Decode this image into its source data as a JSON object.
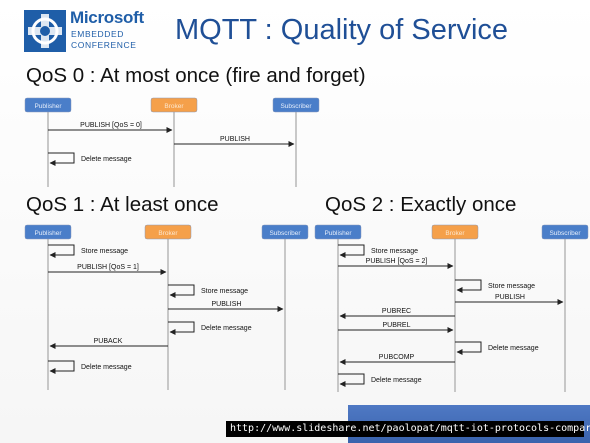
{
  "logo": {
    "line1": "Microsoft",
    "line2": "EMBEDDED",
    "line3": "CONFERENCE"
  },
  "title": "MQTT : Quality of Service",
  "colors": {
    "title": "#1f4f96",
    "client_box": "#4a7ec9",
    "broker_box": "#f5a04a",
    "arrow": "#222222",
    "lifeline": "#bbbbbb",
    "bar": "#3a63ad"
  },
  "qos0": {
    "heading": "QoS 0 : At most once (fire and forget)",
    "actors": [
      "Publisher",
      "Broker",
      "Subscriber"
    ],
    "messages": [
      {
        "label": "PUBLISH [QoS = 0]",
        "from": 0,
        "to": 1,
        "kind": "arrow"
      },
      {
        "label": "PUBLISH",
        "from": 1,
        "to": 2,
        "kind": "arrow"
      },
      {
        "label": "Delete message",
        "from": 0,
        "to": 0,
        "kind": "self"
      }
    ]
  },
  "qos1": {
    "heading": "QoS 1 : At least once",
    "actors": [
      "Publisher",
      "Broker",
      "Subscriber"
    ],
    "messages": [
      {
        "label": "Store message",
        "from": 0,
        "to": 0,
        "kind": "self"
      },
      {
        "label": "PUBLISH [QoS = 1]",
        "from": 0,
        "to": 1,
        "kind": "arrow"
      },
      {
        "label": "Store message",
        "from": 1,
        "to": 1,
        "kind": "self"
      },
      {
        "label": "PUBLISH",
        "from": 1,
        "to": 2,
        "kind": "arrow"
      },
      {
        "label": "Delete message",
        "from": 1,
        "to": 1,
        "kind": "self"
      },
      {
        "label": "PUBACK",
        "from": 1,
        "to": 0,
        "kind": "arrow"
      },
      {
        "label": "Delete message",
        "from": 0,
        "to": 0,
        "kind": "self"
      }
    ]
  },
  "qos2": {
    "heading": "QoS 2 : Exactly once",
    "actors": [
      "Publisher",
      "Broker",
      "Subscriber"
    ],
    "messages": [
      {
        "label": "Store message",
        "from": 0,
        "to": 0,
        "kind": "self"
      },
      {
        "label": "PUBLISH [QoS = 2]",
        "from": 0,
        "to": 1,
        "kind": "arrow"
      },
      {
        "label": "Store message",
        "from": 1,
        "to": 1,
        "kind": "self"
      },
      {
        "label": "PUBLISH",
        "from": 1,
        "to": 2,
        "kind": "arrow"
      },
      {
        "label": "PUBREC",
        "from": 1,
        "to": 0,
        "kind": "arrow"
      },
      {
        "label": "PUBREL",
        "from": 0,
        "to": 1,
        "kind": "arrow"
      },
      {
        "label": "Delete message",
        "from": 1,
        "to": 1,
        "kind": "self"
      },
      {
        "label": "PUBCOMP",
        "from": 1,
        "to": 0,
        "kind": "arrow"
      },
      {
        "label": "Delete message",
        "from": 0,
        "to": 0,
        "kind": "self"
      }
    ]
  },
  "caption": "http://www.slideshare.net/paolopat/mqtt-iot-protocols-comparison"
}
